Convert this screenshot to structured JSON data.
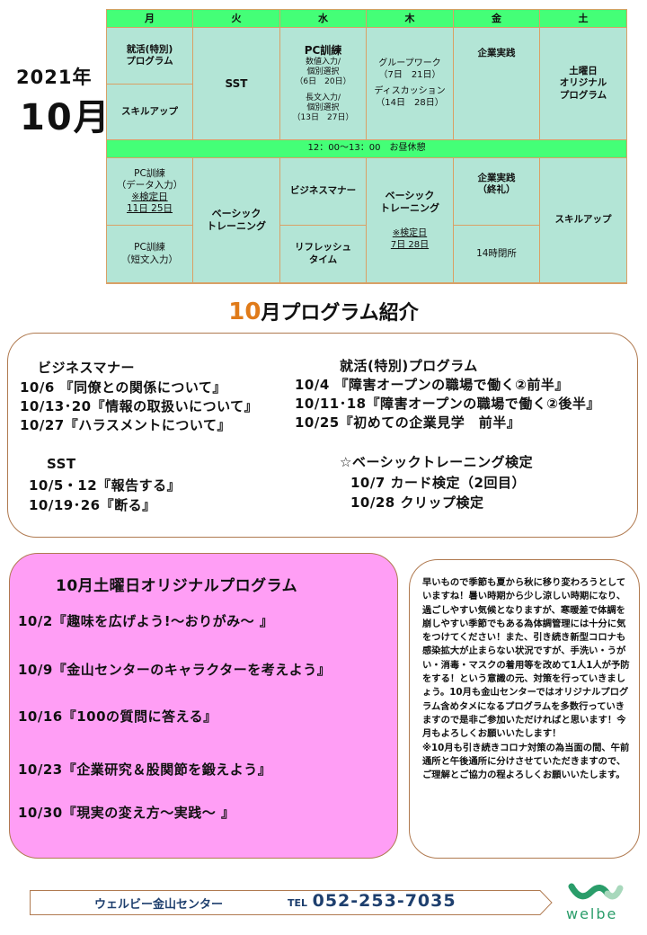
{
  "heading": {
    "year": "2021年",
    "month": "10月"
  },
  "schedule": {
    "days": [
      "月",
      "火",
      "水",
      "木",
      "金",
      "土"
    ],
    "am": {
      "mon_top": [
        "就活(特別)",
        "プログラム"
      ],
      "mon_bottom": "スキルアップ",
      "tue": "SST",
      "wed": {
        "title": "PC訓練",
        "l1": "数値入力/",
        "l2": "個別選択",
        "l3": "（6日　20日）",
        "l4": "長文入力/",
        "l5": "個別選択",
        "l6": "（13日　27日）"
      },
      "thu": {
        "l1": "グループワーク",
        "l2": "（7日　21日）",
        "l3": "ディスカッション",
        "l4": "（14日　28日）"
      },
      "fri": "企業実践",
      "sat": [
        "土曜日",
        "オリジナル",
        "プログラム"
      ]
    },
    "lunch": "12：00〜13：00　お昼休憩",
    "pm": {
      "mon_top": {
        "l1": "PC訓練",
        "l2": "（データ入力）",
        "l3": "※検定日",
        "l4": "11日  25日"
      },
      "mon_bottom": [
        "PC訓練",
        "（短文入力）"
      ],
      "tue": [
        "ベーシック",
        "トレーニング"
      ],
      "wed_top": "ビジネスマナー",
      "wed_bottom": [
        "リフレッシュ",
        "タイム"
      ],
      "thu": {
        "l1": "ベーシック",
        "l2": "トレーニング",
        "l3": "※検定日",
        "l4": "7日  28日"
      },
      "fri_top": [
        "企業実践",
        "（終礼）"
      ],
      "fri_bottom": "14時閉所",
      "sat": "スキルアップ"
    }
  },
  "program_title": {
    "num": "10",
    "rest": "月プログラム紹介"
  },
  "programs": {
    "business": {
      "title": "ビジネスマナー",
      "items": [
        "10/6 『同僚との関係について』",
        "10/13･20『情報の取扱いについて』",
        "10/27『ハラスメントについて』"
      ]
    },
    "shukatsu": {
      "title": "就活(特別)プログラム",
      "items": [
        "10/4 『障害オープンの職場で働く②前半』",
        "10/11･18『障害オープンの職場で働く②後半』",
        "10/25『初めての企業見学　前半』"
      ]
    },
    "sst": {
      "title": "SST",
      "items": [
        "10/5・12『報告する』",
        "10/19･26『断る』"
      ]
    },
    "basic": {
      "title": "☆ベーシックトレーニング検定",
      "items": [
        "10/7 カード検定（2回目）",
        "10/28 クリップ検定"
      ]
    }
  },
  "saturday": {
    "title": "10月土曜日オリジナルプログラム",
    "items": [
      "10/2『趣味を広げよう!〜おりがみ〜 』",
      "10/9『金山センターのキャラクターを考えよう』",
      "10/16『100の質問に答える』",
      "10/23『企業研究＆股関節を鍛えよう』",
      "10/30『現実の変え方〜実践〜 』"
    ]
  },
  "message": "早いもので季節も夏から秋に移り変わろうとしていますね！暑い時期から少し涼しい時期になり、過ごしやすい気候となりますが、寒暖差で体調を崩しやすい季節でもある為体調管理には十分に気をつけてください！また、引き続き新型コロナも感染拡大が止まらない状況ですが、手洗い・うがい・消毒・マスクの着用等を改めて1人1人が予防をする！という意識の元、対策を行っていきましょう。10月も金山センターではオリジナルプログラム含めタメになるプログラムを多数行っていきますので是非ご参加いただければと思います！今月もよろしくお願いいたします！\n※10月も引き続きコロナ対策の為当面の間、午前通所と午後通所に分けさせていただきますので、ご理解とご協力の程よろしくお願いいたします。",
  "footer": {
    "center": "ウェルビー金山センター",
    "tel_label": "TEL",
    "tel": "052-253-7035",
    "logo": "welbe"
  }
}
